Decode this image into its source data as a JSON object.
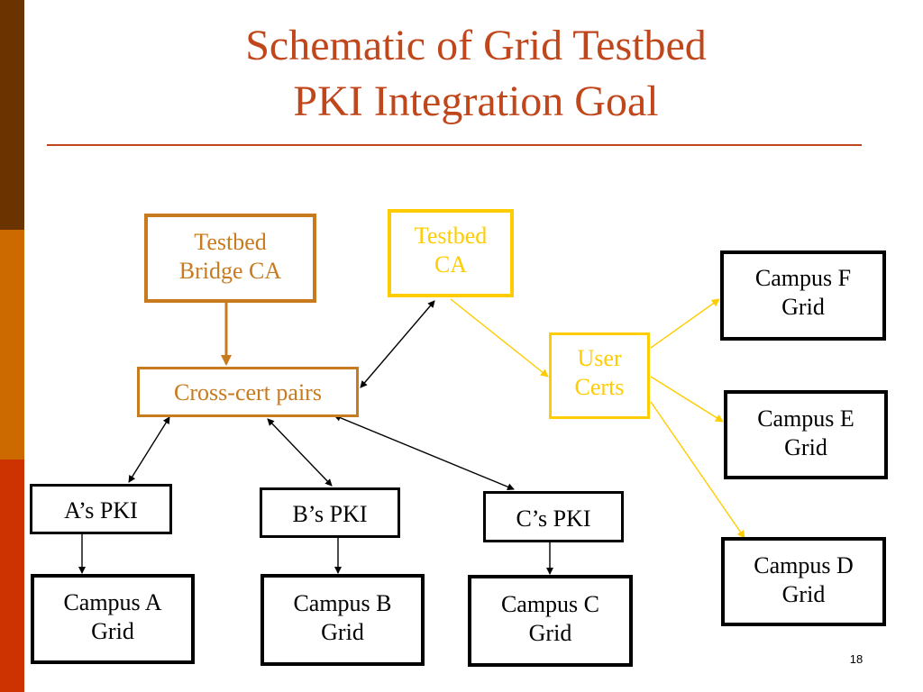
{
  "slide": {
    "title_lines": [
      "Schematic of  Grid Testbed",
      "PKI Integration Goal"
    ],
    "number": "18"
  },
  "colors": {
    "title": "#c0461b",
    "rule": "#c0461b",
    "sidebar_top": "#6b3300",
    "sidebar_mid": "#cc6a00",
    "sidebar_bot": "#cc3300",
    "bridge": "#c87a1e",
    "testbed_ca": "#ffcc00",
    "black": "#000000"
  },
  "nodes": {
    "bridge_ca": {
      "lines": [
        "Testbed",
        "Bridge CA"
      ]
    },
    "testbed_ca": {
      "lines": [
        "Testbed",
        "CA"
      ]
    },
    "cross_cert": {
      "lines": [
        "Cross-cert pairs"
      ]
    },
    "user_certs": {
      "lines": [
        "User",
        "Certs"
      ]
    },
    "campus_f": {
      "lines": [
        "Campus F",
        "Grid"
      ]
    },
    "campus_e": {
      "lines": [
        "Campus E",
        "Grid"
      ]
    },
    "campus_d": {
      "lines": [
        "Campus D",
        "Grid"
      ]
    },
    "a_pki": {
      "lines": [
        "A’s  PKI"
      ]
    },
    "b_pki": {
      "lines": [
        "B’s  PKI"
      ]
    },
    "c_pki": {
      "lines": [
        "C’s  PKI"
      ]
    },
    "campus_a": {
      "lines": [
        "Campus A",
        "Grid"
      ]
    },
    "campus_b": {
      "lines": [
        "Campus B",
        "Grid"
      ]
    },
    "campus_c": {
      "lines": [
        "Campus C",
        "Grid"
      ]
    }
  },
  "edges": [
    {
      "from": "bridge_ca",
      "to": "cross_cert",
      "style": "bridge",
      "direction": "forward"
    },
    {
      "from": "cross_cert",
      "to": "testbed_ca",
      "style": "black",
      "direction": "both"
    },
    {
      "from": "testbed_ca",
      "to": "user_certs",
      "style": "testbed_ca",
      "direction": "forward"
    },
    {
      "from": "user_certs",
      "to": "campus_f",
      "style": "testbed_ca",
      "direction": "forward"
    },
    {
      "from": "user_certs",
      "to": "campus_e",
      "style": "testbed_ca",
      "direction": "forward"
    },
    {
      "from": "user_certs",
      "to": "campus_d",
      "style": "testbed_ca",
      "direction": "forward"
    },
    {
      "from": "cross_cert",
      "to": "a_pki",
      "style": "black",
      "direction": "both"
    },
    {
      "from": "cross_cert",
      "to": "b_pki",
      "style": "black",
      "direction": "both"
    },
    {
      "from": "cross_cert",
      "to": "c_pki",
      "style": "black",
      "direction": "both"
    },
    {
      "from": "a_pki",
      "to": "campus_a",
      "style": "black",
      "direction": "forward"
    },
    {
      "from": "b_pki",
      "to": "campus_b",
      "style": "black",
      "direction": "forward"
    },
    {
      "from": "c_pki",
      "to": "campus_c",
      "style": "black",
      "direction": "forward"
    }
  ]
}
